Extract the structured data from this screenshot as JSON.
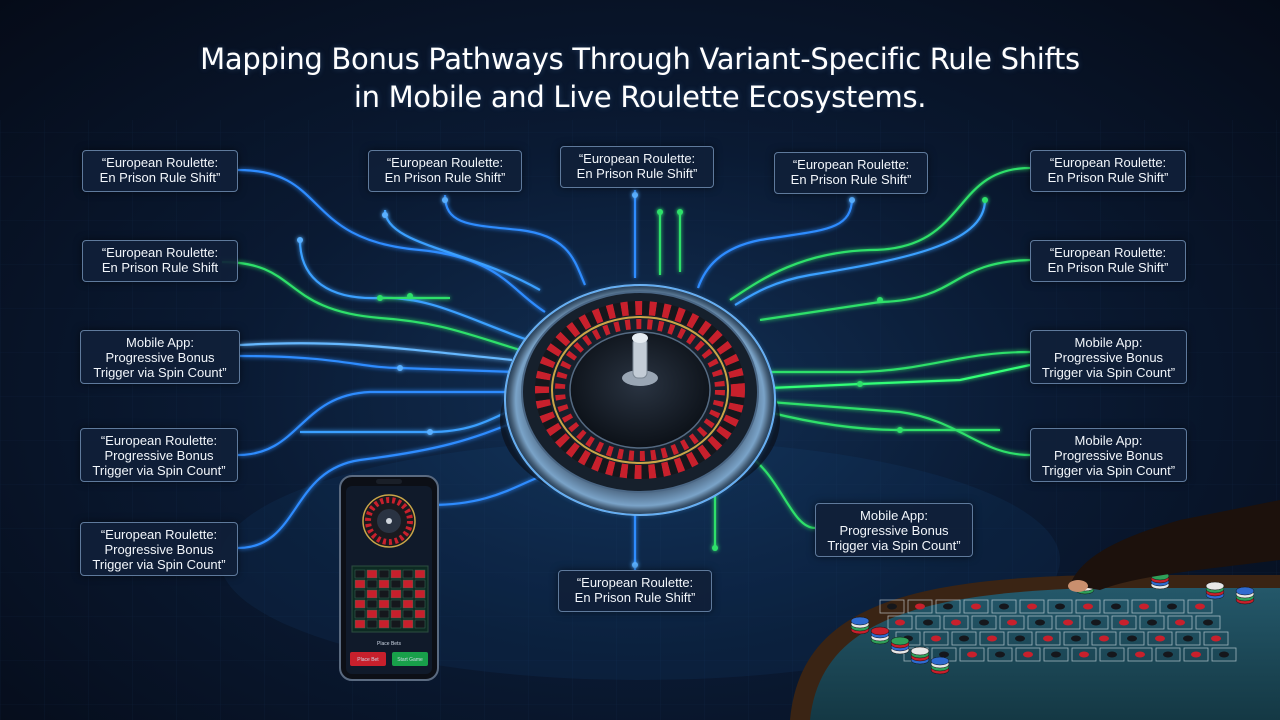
{
  "title": {
    "line1": "Mapping Bonus Pathways Through Variant-Specific Rule Shifts",
    "line2": "in Mobile and Live Roulette Ecosystems."
  },
  "nodes": {
    "left_1": {
      "line1": "“European Roulette:",
      "line2": "En Prison Rule Shift”"
    },
    "left_2": {
      "line1": "“European Roulette:",
      "line2": "En Prison Rule Shift"
    },
    "left_3": {
      "line1": "Mobile App:",
      "line2": "Progressive Bonus",
      "line3": "Trigger via Spin Count”"
    },
    "left_4": {
      "line1": "“European Roulette:",
      "line2": "Progressive Bonus",
      "line3": "Trigger via Spin Count”"
    },
    "left_5": {
      "line1": "“European Roulette:",
      "line2": "Progressive Bonus",
      "line3": "Trigger via Spin Count”"
    },
    "top_1": {
      "line1": "“European Roulette:",
      "line2": "En Prison Rule Shift”"
    },
    "top_2": {
      "line1": "“European Roulette:",
      "line2": "En Prison Rule Shift”"
    },
    "top_3": {
      "line1": "“European Roulette:",
      "line2": "En Prison Rule Shift”"
    },
    "right_1": {
      "line1": "“European Roulette:",
      "line2": "En Prison Rule Shift”"
    },
    "right_2": {
      "line1": "“European Roulette:",
      "line2": "En Prison Rule Shift”"
    },
    "right_3": {
      "line1": "Mobile App:",
      "line2": "Progressive Bonus",
      "line3": "Trigger via Spin Count”"
    },
    "right_4": {
      "line1": "Mobile App:",
      "line2": "Progressive Bonus",
      "line3": "Trigger via Spin Count”"
    },
    "center_right": {
      "line1": "Mobile App:",
      "line2": "Progressive Bonus",
      "line3": "Trigger via Spin Count”"
    },
    "bottom": {
      "line1": "“European Roulette:",
      "line2": "En Prison Rule Shift”"
    }
  },
  "phone": {
    "footer_label": "Place Bets",
    "left_button": "Place Bet",
    "right_button": "Start Game"
  },
  "colors": {
    "blue_path": "#2f8cff",
    "green_path": "#2fe06a",
    "wheel_red": "#c8202c",
    "wheel_black": "#15171c",
    "table_felt": "#1f4e5c"
  }
}
